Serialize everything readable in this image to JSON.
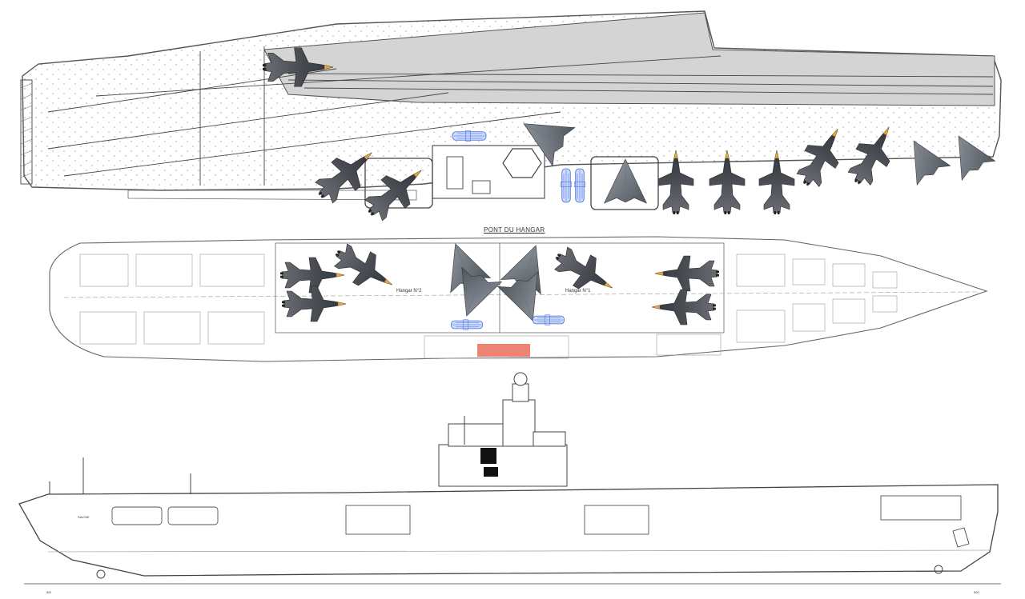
{
  "hangar_deck": {
    "title": "PONT DU HANGAR",
    "hangar_2": "Hangar N°2",
    "hangar_1": "Hangar N°1"
  },
  "profile": {
    "hull_name": "SAVOIE",
    "scale_left": "5/8",
    "scale_right": "500"
  },
  "colors": {
    "line": "#555555",
    "deck_gray": "#d4d4d4",
    "fighter": "#5a5d63",
    "drone": "#7a8088",
    "helicopter": "#3a66d8",
    "elevator_marker": "#ee8273"
  },
  "icons": {
    "fighter": "fighter-jet-icon",
    "drone": "stealth-drone-icon",
    "helicopter": "helicopter-icon"
  }
}
